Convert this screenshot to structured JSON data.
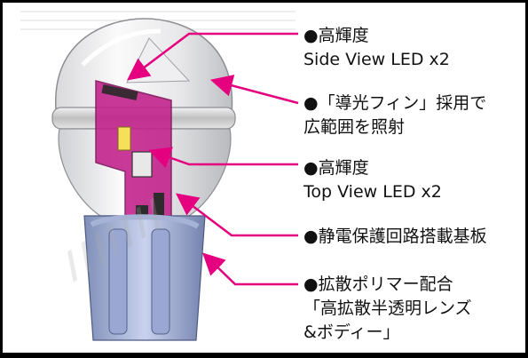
{
  "features": [
    {
      "lines": [
        "●高輝度",
        "Side View LED x2"
      ]
    },
    {
      "lines": [
        "●「導光フィン」採用で",
        "広範囲を照射"
      ]
    },
    {
      "lines": [
        "●高輝度",
        "Top View LED x2"
      ]
    },
    {
      "lines": [
        "●静電保護回路搭載基板"
      ]
    },
    {
      "lines": [
        "●拡散ポリマー配合",
        "「高拡散半透明レンズ",
        "&ボディー」"
      ]
    }
  ],
  "colors": {
    "callout": "#e4007f",
    "pcb": "#c21f8a",
    "text": "#111111"
  },
  "icons": [
    "led-bulb-illustration",
    "bullet-dot-icon",
    "callout-arrow-icon"
  ]
}
